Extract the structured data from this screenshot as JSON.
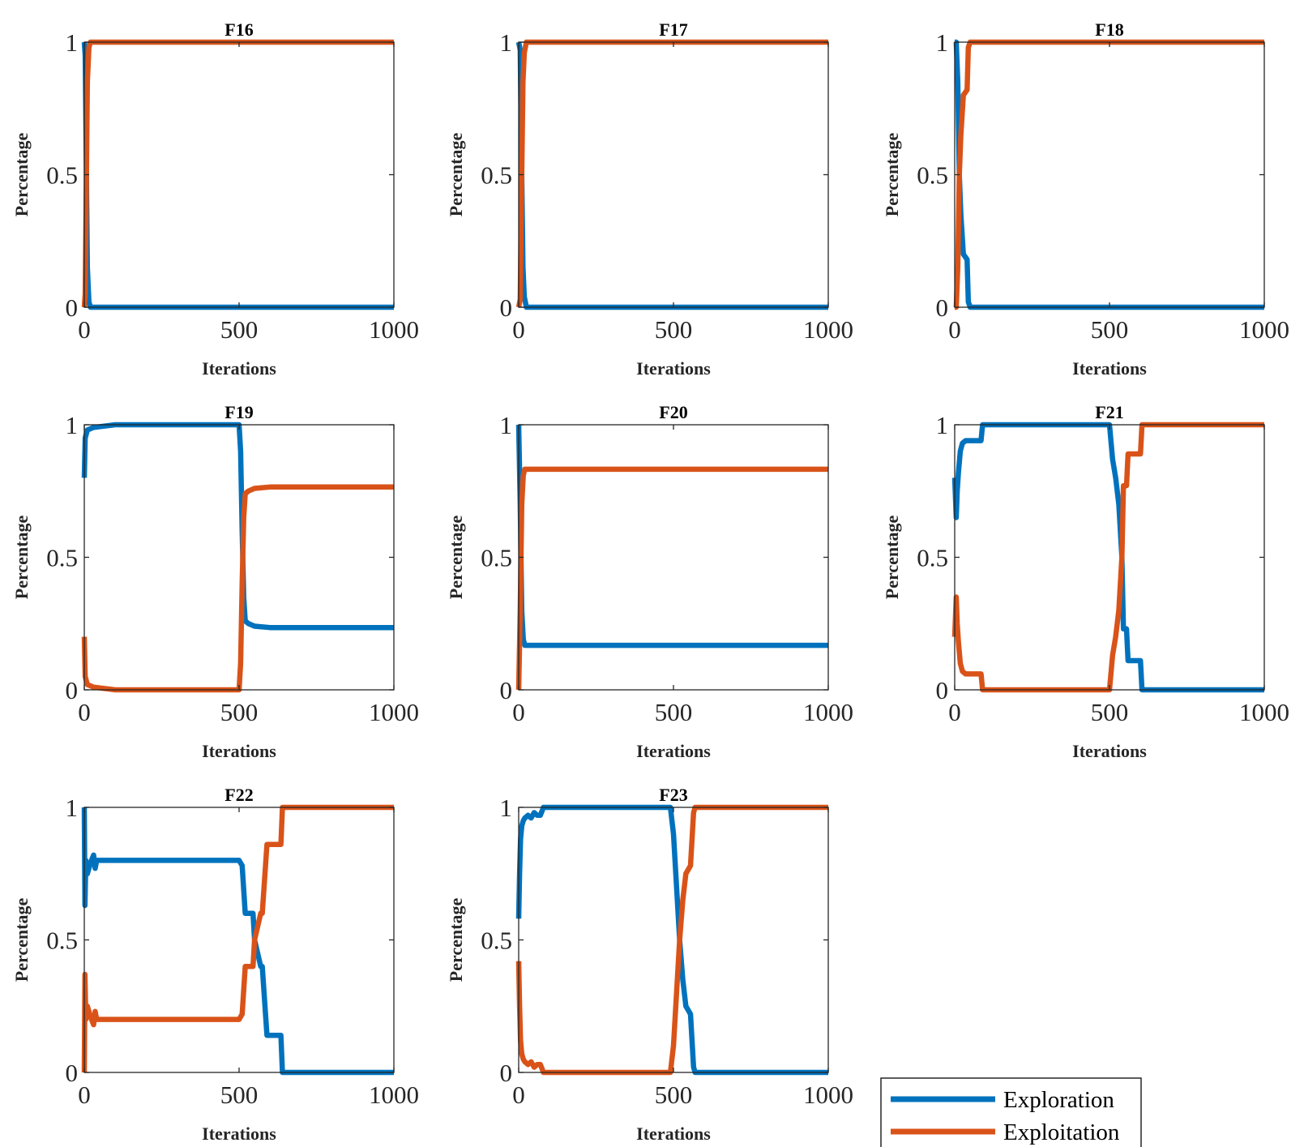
{
  "chart_data": [
    {
      "type": "line",
      "title": "F16",
      "xlabel": "Iterations",
      "ylabel": "Percentage",
      "xlim": [
        0,
        1000
      ],
      "ylim": [
        0,
        1
      ],
      "xticks": [
        0,
        500,
        1000
      ],
      "yticks": [
        0,
        0.5,
        1
      ],
      "series": [
        {
          "name": "Exploration",
          "x": [
            0,
            3,
            6,
            10,
            15,
            20,
            1000
          ],
          "y": [
            1,
            0.95,
            0.6,
            0.15,
            0.02,
            0,
            0
          ]
        },
        {
          "name": "Exploitation",
          "x": [
            0,
            3,
            6,
            10,
            15,
            20,
            1000
          ],
          "y": [
            0,
            0.05,
            0.4,
            0.85,
            0.98,
            1,
            1
          ]
        }
      ]
    },
    {
      "type": "line",
      "title": "F17",
      "xlabel": "Iterations",
      "ylabel": "Percentage",
      "xlim": [
        0,
        1000
      ],
      "ylim": [
        0,
        1
      ],
      "xticks": [
        0,
        500,
        1000
      ],
      "yticks": [
        0,
        0.5,
        1
      ],
      "series": [
        {
          "name": "Exploration",
          "x": [
            0,
            5,
            10,
            14,
            18,
            25,
            1000
          ],
          "y": [
            1,
            0.97,
            0.5,
            0.15,
            0.04,
            0,
            0
          ]
        },
        {
          "name": "Exploitation",
          "x": [
            0,
            5,
            10,
            14,
            18,
            25,
            1000
          ],
          "y": [
            0,
            0.03,
            0.5,
            0.85,
            0.96,
            1,
            1
          ]
        }
      ]
    },
    {
      "type": "line",
      "title": "F18",
      "xlabel": "Iterations",
      "ylabel": "Percentage",
      "xlim": [
        0,
        1000
      ],
      "ylim": [
        0,
        1
      ],
      "xticks": [
        0,
        500,
        1000
      ],
      "yticks": [
        0,
        0.5,
        1
      ],
      "series": [
        {
          "name": "Exploration",
          "x": [
            0,
            5,
            10,
            15,
            20,
            28,
            40,
            44,
            50,
            1000
          ],
          "y": [
            1,
            1,
            0.85,
            0.5,
            0.35,
            0.2,
            0.18,
            0.02,
            0,
            0
          ]
        },
        {
          "name": "Exploitation",
          "x": [
            0,
            5,
            10,
            15,
            20,
            28,
            40,
            44,
            50,
            1000
          ],
          "y": [
            0,
            0,
            0.15,
            0.5,
            0.65,
            0.8,
            0.82,
            0.98,
            1,
            1
          ]
        }
      ]
    },
    {
      "type": "line",
      "title": "F19",
      "xlabel": "Iterations",
      "ylabel": "Percentage",
      "xlim": [
        0,
        1000
      ],
      "ylim": [
        0,
        1
      ],
      "xticks": [
        0,
        500,
        1000
      ],
      "yticks": [
        0,
        0.5,
        1
      ],
      "series": [
        {
          "name": "Exploration",
          "x": [
            0,
            3,
            10,
            30,
            100,
            500,
            505,
            510,
            515,
            520,
            530,
            550,
            600,
            1000
          ],
          "y": [
            0.8,
            0.95,
            0.98,
            0.99,
            1,
            1,
            0.9,
            0.6,
            0.35,
            0.26,
            0.25,
            0.24,
            0.235,
            0.235
          ]
        },
        {
          "name": "Exploitation",
          "x": [
            0,
            3,
            10,
            30,
            100,
            500,
            505,
            510,
            515,
            520,
            530,
            550,
            600,
            1000
          ],
          "y": [
            0.2,
            0.05,
            0.02,
            0.01,
            0,
            0,
            0.1,
            0.4,
            0.65,
            0.74,
            0.75,
            0.76,
            0.765,
            0.765
          ]
        }
      ]
    },
    {
      "type": "line",
      "title": "F20",
      "xlabel": "Iterations",
      "ylabel": "Percentage",
      "xlim": [
        0,
        1000
      ],
      "ylim": [
        0,
        1
      ],
      "xticks": [
        0,
        500,
        1000
      ],
      "yticks": [
        0,
        0.5,
        1
      ],
      "series": [
        {
          "name": "Exploration",
          "x": [
            0,
            5,
            10,
            15,
            20,
            1000
          ],
          "y": [
            1,
            0.7,
            0.3,
            0.19,
            0.168,
            0.168
          ]
        },
        {
          "name": "Exploitation",
          "x": [
            0,
            5,
            10,
            15,
            20,
            1000
          ],
          "y": [
            0,
            0.3,
            0.7,
            0.81,
            0.832,
            0.832
          ]
        }
      ]
    },
    {
      "type": "line",
      "title": "F21",
      "xlabel": "Iterations",
      "ylabel": "Percentage",
      "xlim": [
        0,
        1000
      ],
      "ylim": [
        0,
        1
      ],
      "xticks": [
        0,
        500,
        1000
      ],
      "yticks": [
        0,
        0.5,
        1
      ],
      "series": [
        {
          "name": "Exploration",
          "x": [
            0,
            5,
            8,
            12,
            18,
            25,
            35,
            60,
            85,
            90,
            150,
            500,
            510,
            520,
            530,
            540,
            545,
            555,
            560,
            600,
            605,
            1000
          ],
          "y": [
            0.8,
            0.65,
            0.75,
            0.82,
            0.9,
            0.93,
            0.94,
            0.94,
            0.94,
            1,
            1,
            1,
            0.87,
            0.8,
            0.7,
            0.5,
            0.23,
            0.23,
            0.11,
            0.11,
            0,
            0
          ]
        },
        {
          "name": "Exploitation",
          "x": [
            0,
            5,
            8,
            12,
            18,
            25,
            35,
            60,
            85,
            90,
            150,
            500,
            510,
            520,
            530,
            540,
            545,
            555,
            560,
            600,
            605,
            1000
          ],
          "y": [
            0.2,
            0.35,
            0.25,
            0.18,
            0.1,
            0.07,
            0.06,
            0.06,
            0.06,
            0,
            0,
            0,
            0.13,
            0.2,
            0.3,
            0.5,
            0.77,
            0.77,
            0.89,
            0.89,
            1,
            1
          ]
        }
      ]
    },
    {
      "type": "line",
      "title": "F22",
      "xlabel": "Iterations",
      "ylabel": "Percentage",
      "xlim": [
        0,
        1000
      ],
      "ylim": [
        0,
        1
      ],
      "xticks": [
        0,
        500,
        1000
      ],
      "yticks": [
        0,
        0.5,
        1
      ],
      "series": [
        {
          "name": "Exploration",
          "x": [
            0,
            2,
            5,
            10,
            15,
            20,
            30,
            35,
            40,
            100,
            500,
            510,
            520,
            545,
            550,
            570,
            575,
            590,
            635,
            640,
            1000
          ],
          "y": [
            1,
            0.63,
            0.8,
            0.75,
            0.77,
            0.79,
            0.82,
            0.77,
            0.8,
            0.8,
            0.8,
            0.78,
            0.6,
            0.6,
            0.5,
            0.4,
            0.4,
            0.14,
            0.14,
            0,
            0
          ]
        },
        {
          "name": "Exploitation",
          "x": [
            0,
            2,
            5,
            10,
            15,
            20,
            30,
            35,
            40,
            100,
            500,
            510,
            520,
            545,
            550,
            570,
            575,
            590,
            635,
            640,
            1000
          ],
          "y": [
            0,
            0.37,
            0.2,
            0.25,
            0.23,
            0.21,
            0.18,
            0.23,
            0.2,
            0.2,
            0.2,
            0.22,
            0.4,
            0.4,
            0.5,
            0.6,
            0.6,
            0.86,
            0.86,
            1,
            1
          ]
        }
      ]
    },
    {
      "type": "line",
      "title": "F23",
      "xlabel": "Iterations",
      "ylabel": "Percentage",
      "xlim": [
        0,
        1000
      ],
      "ylim": [
        0,
        1
      ],
      "xticks": [
        0,
        500,
        1000
      ],
      "yticks": [
        0,
        0.5,
        1
      ],
      "series": [
        {
          "name": "Exploration",
          "x": [
            0,
            3,
            6,
            10,
            15,
            20,
            30,
            40,
            50,
            60,
            70,
            80,
            100,
            490,
            500,
            510,
            520,
            530,
            540,
            545,
            555,
            565,
            570,
            1000
          ],
          "y": [
            0.58,
            0.75,
            0.88,
            0.93,
            0.95,
            0.96,
            0.97,
            0.96,
            0.98,
            0.97,
            0.97,
            1,
            1,
            1,
            0.9,
            0.7,
            0.5,
            0.35,
            0.25,
            0.24,
            0.22,
            0.02,
            0,
            0
          ]
        },
        {
          "name": "Exploitation",
          "x": [
            0,
            3,
            6,
            10,
            15,
            20,
            30,
            40,
            50,
            60,
            70,
            80,
            100,
            490,
            500,
            510,
            520,
            530,
            540,
            545,
            555,
            565,
            570,
            1000
          ],
          "y": [
            0.42,
            0.25,
            0.12,
            0.07,
            0.05,
            0.04,
            0.03,
            0.04,
            0.02,
            0.03,
            0.03,
            0,
            0,
            0,
            0.1,
            0.3,
            0.5,
            0.65,
            0.75,
            0.76,
            0.78,
            0.98,
            1,
            1
          ]
        }
      ]
    }
  ],
  "legend": {
    "placement": "bottom-right",
    "entries": [
      {
        "label": "Exploration",
        "color": "#0072BD"
      },
      {
        "label": "Exploitation",
        "color": "#D95319"
      }
    ]
  },
  "colors": {
    "Exploration": "#0072BD",
    "Exploitation": "#D95319",
    "axis": "#262626"
  }
}
